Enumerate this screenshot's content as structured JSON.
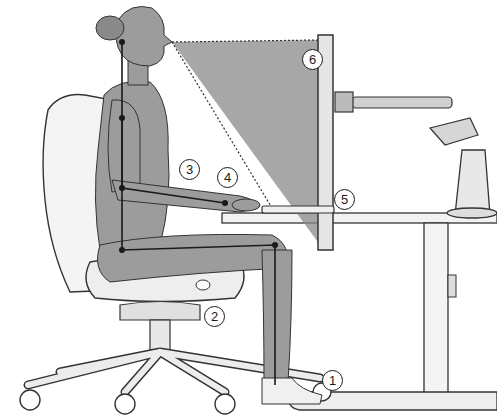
{
  "diagram": {
    "labels": [
      "6",
      "3",
      "4",
      "5",
      "2",
      "1"
    ]
  }
}
